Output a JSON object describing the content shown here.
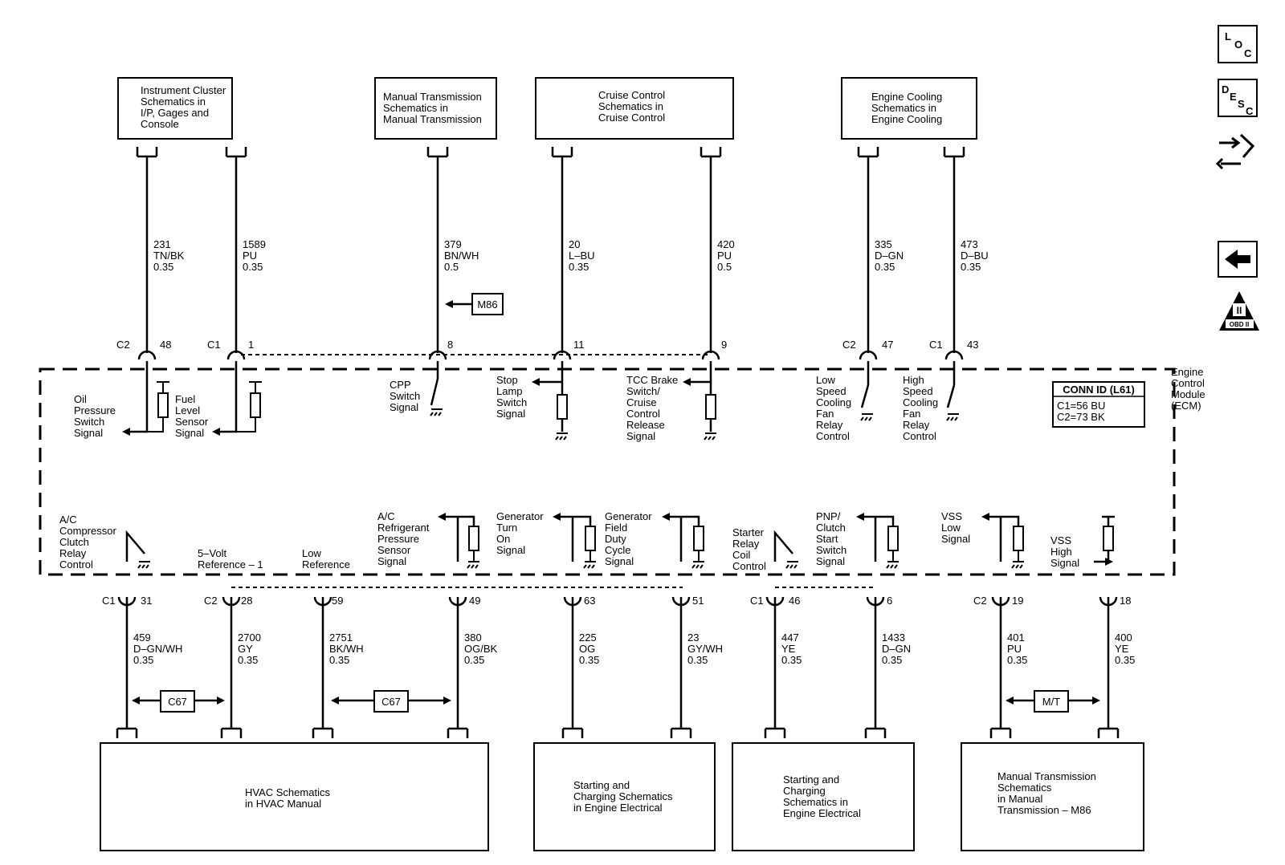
{
  "ecm": {
    "label": [
      "Engine",
      "Control",
      "Module",
      "(ECM)"
    ],
    "conn_id": {
      "title": "CONN ID (L61)",
      "lines": [
        "C1=56 BU",
        "C2=73 BK"
      ]
    }
  },
  "side_icons": {
    "loc": [
      "L",
      "O",
      "C"
    ],
    "desc": [
      "D",
      "E",
      "S",
      "C"
    ],
    "obd": "OBD II",
    "obd_numeral": "II"
  },
  "top_boxes": {
    "instrument_cluster": [
      "Instrument Cluster",
      "Schematics in",
      "I/P, Gages and",
      "Console"
    ],
    "manual_trans": [
      "Manual Transmission",
      "Schematics in",
      "Manual Transmission"
    ],
    "cruise_control": [
      "Cruise Control",
      "Schematics in",
      "Cruise Control"
    ],
    "engine_cooling": [
      "Engine Cooling",
      "Schematics in",
      "Engine Cooling"
    ]
  },
  "bottom_boxes": {
    "hvac": [
      "HVAC Schematics",
      "in HVAC Manual"
    ],
    "starting_1": [
      "Starting and",
      "Charging Schematics",
      "in Engine Electrical"
    ],
    "starting_2": [
      "Starting and",
      "Charging",
      "Schematics in",
      "Engine Electrical"
    ],
    "manual_trans_m86": [
      "Manual Transmission",
      "Schematics",
      "in Manual",
      "Transmission – M86"
    ]
  },
  "top_wires": [
    {
      "id": "w231",
      "conn": "C2",
      "pin": "48",
      "circuit": [
        "231",
        "TN/BK",
        "0.35"
      ],
      "signal": [
        "Oil",
        "Pressure",
        "Switch",
        "Signal"
      ]
    },
    {
      "id": "w1589",
      "conn": "C1",
      "pin": "1",
      "circuit": [
        "1589",
        "PU",
        "0.35"
      ],
      "signal": [
        "Fuel",
        "Level",
        "Sensor",
        "Signal"
      ]
    },
    {
      "id": "w379",
      "conn": "",
      "pin": "8",
      "circuit": [
        "379",
        "BN/WH",
        "0.5"
      ],
      "signal": [
        "CPP",
        "Switch",
        "Signal"
      ]
    },
    {
      "id": "w20",
      "conn": "",
      "pin": "11",
      "circuit": [
        "20",
        "L–BU",
        "0.35"
      ],
      "signal": [
        "Stop",
        "Lamp",
        "Switch",
        "Signal"
      ]
    },
    {
      "id": "w420",
      "conn": "",
      "pin": "9",
      "circuit": [
        "420",
        "PU",
        "0.5"
      ],
      "signal": [
        "TCC Brake",
        "Switch/",
        "Cruise",
        "Control",
        "Release",
        "Signal"
      ]
    },
    {
      "id": "w335",
      "conn": "C2",
      "pin": "47",
      "circuit": [
        "335",
        "D–GN",
        "0.35"
      ],
      "signal": [
        "Low",
        "Speed",
        "Cooling",
        "Fan",
        "Relay",
        "Control"
      ]
    },
    {
      "id": "w473",
      "conn": "C1",
      "pin": "43",
      "circuit": [
        "473",
        "D–BU",
        "0.35"
      ],
      "signal": [
        "High",
        "Speed",
        "Cooling",
        "Fan",
        "Relay",
        "Control"
      ]
    }
  ],
  "bottom_wires": [
    {
      "id": "w459",
      "conn": "C1",
      "pin": "31",
      "circuit": [
        "459",
        "D–GN/WH",
        "0.35"
      ],
      "signal": [
        "A/C",
        "Compressor",
        "Clutch",
        "Relay",
        "Control"
      ]
    },
    {
      "id": "w2700",
      "conn": "C2",
      "pin": "28",
      "circuit": [
        "2700",
        "GY",
        "0.35"
      ],
      "signal": [
        "5–Volt",
        "Reference – 1"
      ]
    },
    {
      "id": "w2751",
      "conn": "",
      "pin": "59",
      "circuit": [
        "2751",
        "BK/WH",
        "0.35"
      ],
      "signal": [
        "Low",
        "Reference"
      ]
    },
    {
      "id": "w380",
      "conn": "",
      "pin": "49",
      "circuit": [
        "380",
        "OG/BK",
        "0.35"
      ],
      "signal": [
        "A/C",
        "Refrigerant",
        "Pressure",
        "Sensor",
        "Signal"
      ]
    },
    {
      "id": "w225",
      "conn": "",
      "pin": "63",
      "circuit": [
        "225",
        "OG",
        "0.35"
      ],
      "signal": [
        "Generator",
        "Turn",
        "On",
        "Signal"
      ]
    },
    {
      "id": "w23",
      "conn": "",
      "pin": "51",
      "circuit": [
        "23",
        "GY/WH",
        "0.35"
      ],
      "signal": [
        "Generator",
        "Field",
        "Duty",
        "Cycle",
        "Signal"
      ]
    },
    {
      "id": "w447",
      "conn": "C1",
      "pin": "46",
      "circuit": [
        "447",
        "YE",
        "0.35"
      ],
      "signal": [
        "Starter",
        "Relay",
        "Coil",
        "Control"
      ]
    },
    {
      "id": "w1433",
      "conn": "",
      "pin": "6",
      "circuit": [
        "1433",
        "D–GN",
        "0.35"
      ],
      "signal": [
        "PNP/",
        "Clutch",
        "Start",
        "Switch",
        "Signal"
      ]
    },
    {
      "id": "w401",
      "conn": "C2",
      "pin": "19",
      "circuit": [
        "401",
        "PU",
        "0.35"
      ],
      "signal": [
        "VSS",
        "Low",
        "Signal"
      ]
    },
    {
      "id": "w400",
      "conn": "",
      "pin": "18",
      "circuit": [
        "400",
        "YE",
        "0.35"
      ],
      "signal": [
        "VSS",
        "High",
        "Signal"
      ]
    }
  ],
  "option_tags": {
    "m86": "M86",
    "c67_1": "C67",
    "c67_2": "C67",
    "mt": "M/T"
  }
}
